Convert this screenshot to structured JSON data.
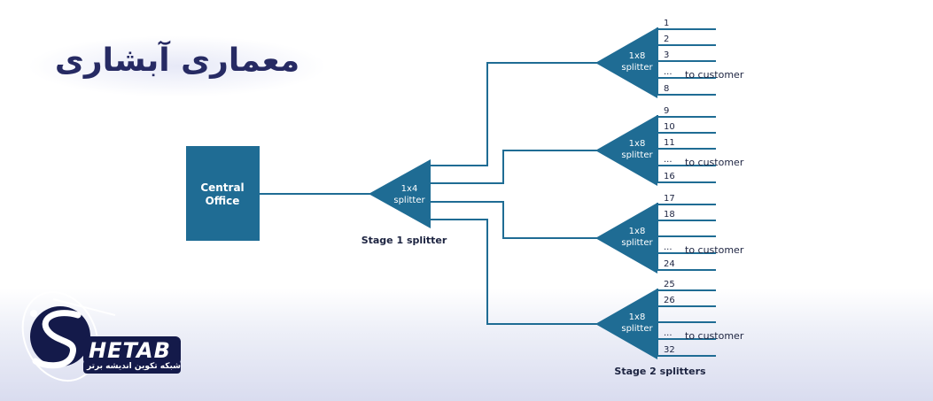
{
  "header": {
    "title": "معماری آبشاری"
  },
  "diagram": {
    "central_office": "Central Office",
    "stage1": {
      "ratio": "1x4",
      "word": "splitter",
      "caption": "Stage 1 splitter"
    },
    "stage2_caption": "Stage 2 splitters",
    "splitters": [
      {
        "ratio": "1x8",
        "word": "splitter",
        "ports": [
          "1",
          "2",
          "3",
          "...",
          "8"
        ],
        "customer": "to customer"
      },
      {
        "ratio": "1x8",
        "word": "splitter",
        "ports": [
          "9",
          "10",
          "11",
          "...",
          "16"
        ],
        "customer": "to customer"
      },
      {
        "ratio": "1x8",
        "word": "splitter",
        "ports": [
          "17",
          "18",
          "",
          "...",
          "24"
        ],
        "customer": "to customer"
      },
      {
        "ratio": "1x8",
        "word": "splitter",
        "ports": [
          "25",
          "26",
          "",
          "...",
          "32"
        ],
        "customer": "to customer"
      }
    ],
    "line_color": "#1f6c94",
    "fill_color": "#1f6c94"
  },
  "logo": {
    "brand": "HETAB",
    "tagline": "شبکه تکوین اندیشه برتر"
  }
}
